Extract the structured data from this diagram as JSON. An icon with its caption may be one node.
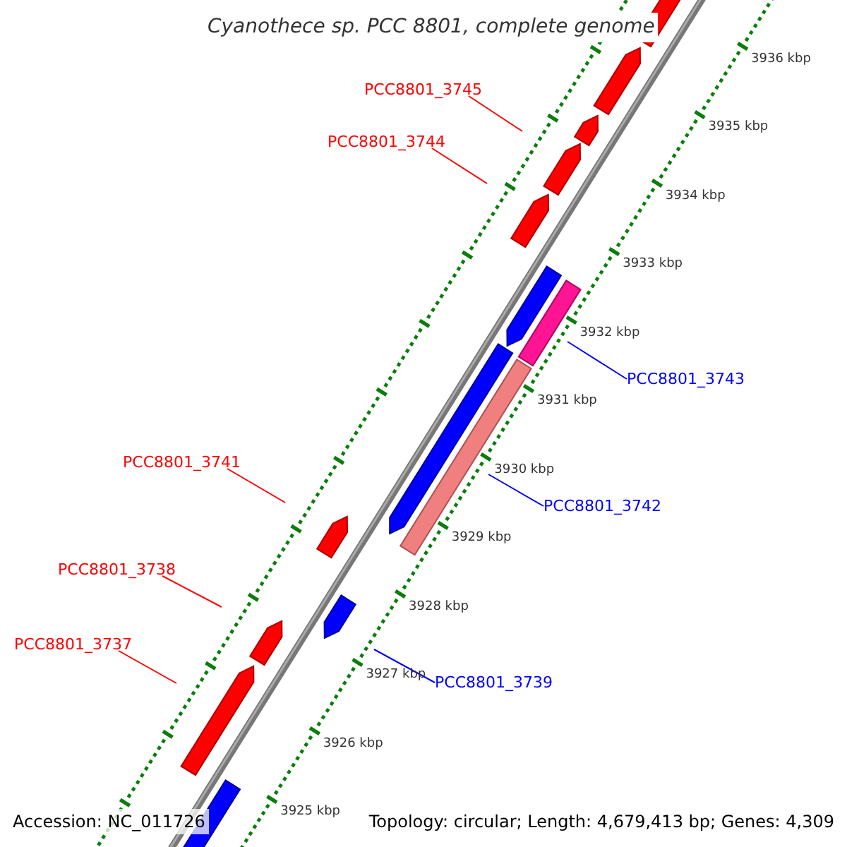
{
  "diagram": {
    "title": "Cyanothece sp. PCC 8801, complete genome",
    "nodes": [
      {
        "text": [
          "PCC8801_3745"
        ]
      },
      {
        "text": [
          "PCC8801_3744"
        ]
      },
      {
        "text": [
          "PCC8801_3743"
        ]
      },
      {
        "text": [
          "PCC8801_3742"
        ]
      },
      {
        "text": [
          "PCC8801_3741"
        ]
      },
      {
        "text": [
          "PCC8801_3738"
        ]
      },
      {
        "text": [
          "PCC8801_3737"
        ]
      },
      {
        "text": [
          "PCC8801_3739"
        ]
      }
    ],
    "edges": [
      {
        "from": 0,
        "to": null,
        "arrow": "none"
      },
      {
        "from": 1,
        "to": null,
        "arrow": "none"
      },
      {
        "from": 2,
        "to": null,
        "arrow": "none",
        "color": "#0000ff"
      },
      {
        "from": 3,
        "to": null,
        "arrow": "none",
        "color": "#0000ff"
      },
      {
        "from": 4,
        "to": null,
        "arrow": "none"
      },
      {
        "from": 5,
        "to": null,
        "arrow": "none"
      },
      {
        "from": 6,
        "to": null,
        "arrow": "none"
      },
      {
        "from": 7,
        "to": null,
        "arrow": "none",
        "color": "#0000ff"
      }
    ],
    "labels": [
      "3936 kbp",
      "3935 kbp",
      "3934 kbp",
      "3933 kbp",
      "3932 kbp",
      "3931 kbp",
      "3930 kbp",
      "3929 kbp",
      "3928 kbp",
      "3927 kbp",
      "3926 kbp",
      "3925 kbp",
      "Accession: NC_011726",
      "Topology: circular; Length: 4,679,413 bp; Genes: 4,309"
    ]
  }
}
